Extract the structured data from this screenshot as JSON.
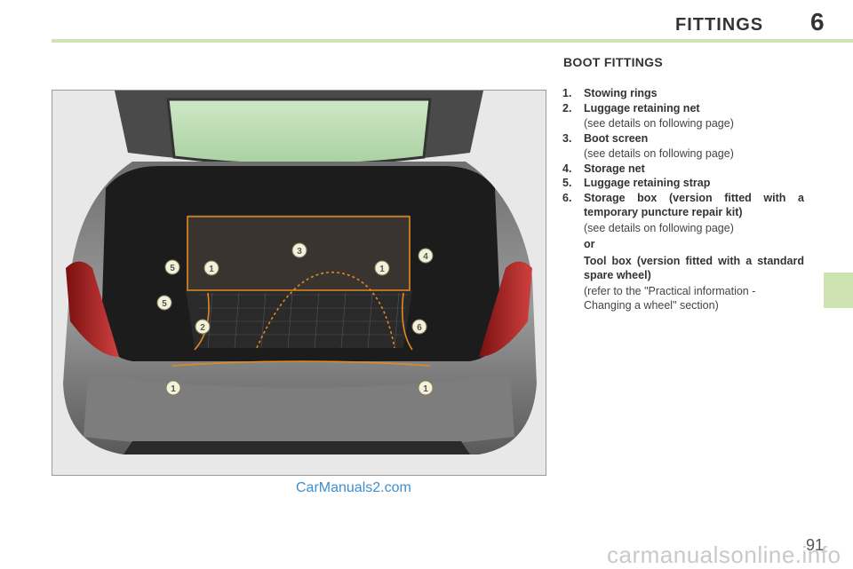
{
  "header": {
    "title": "FITTINGS",
    "chapter_number": "6"
  },
  "section": {
    "title": "BOOT FITTINGS"
  },
  "legend": {
    "items": [
      {
        "number": "1.",
        "label": "Stowing rings"
      },
      {
        "number": "2.",
        "label": "Luggage retaining net",
        "note": "(see details on following page)"
      },
      {
        "number": "3.",
        "label": "Boot screen",
        "note": "(see details on following page)"
      },
      {
        "number": "4.",
        "label": "Storage net"
      },
      {
        "number": "5.",
        "label": "Luggage retaining strap"
      },
      {
        "number": "6.",
        "label": "Storage box (version fitted with a temporary puncture repair kit)",
        "note": "(see details on following page)",
        "or": "or",
        "alt_label": "Tool box (version fitted with a standard spare wheel)",
        "alt_note": "(refer to the \"Practical information - Changing a wheel\" section)"
      }
    ]
  },
  "figure": {
    "callouts": [
      "1",
      "1",
      "1",
      "1",
      "2",
      "3",
      "4",
      "5",
      "5",
      "6"
    ]
  },
  "watermark": "CarManuals2.com",
  "page_number": "91",
  "footer_site": "carmanualsonline.info"
}
